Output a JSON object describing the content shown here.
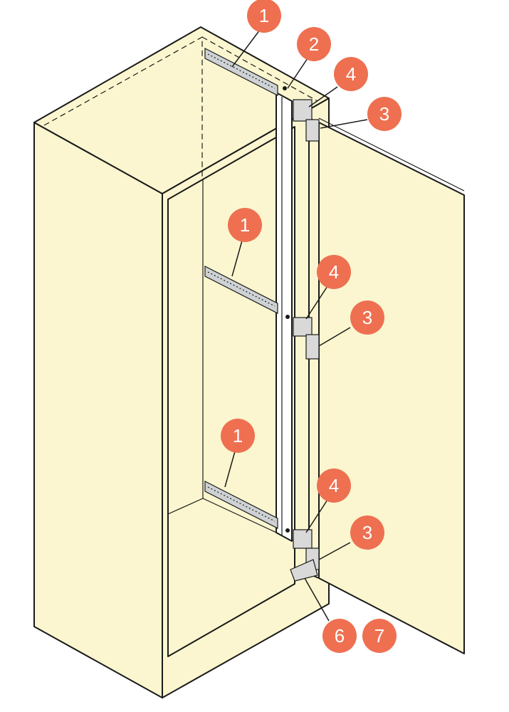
{
  "colors": {
    "cabinet_fill": "#fbf6cf",
    "outline": "#1a1a1a",
    "callout_fill": "#ee7051",
    "callout_text": "#ffffff"
  },
  "callouts": [
    {
      "id": "c1-top",
      "label": "1"
    },
    {
      "id": "c2",
      "label": "2"
    },
    {
      "id": "c4-top",
      "label": "4"
    },
    {
      "id": "c3-top",
      "label": "3"
    },
    {
      "id": "c1-mid",
      "label": "1"
    },
    {
      "id": "c4-mid",
      "label": "4"
    },
    {
      "id": "c3-mid",
      "label": "3"
    },
    {
      "id": "c1-bot",
      "label": "1"
    },
    {
      "id": "c4-bot",
      "label": "4"
    },
    {
      "id": "c3-bot",
      "label": "3"
    },
    {
      "id": "c6",
      "label": "6"
    },
    {
      "id": "c7",
      "label": "7"
    }
  ]
}
